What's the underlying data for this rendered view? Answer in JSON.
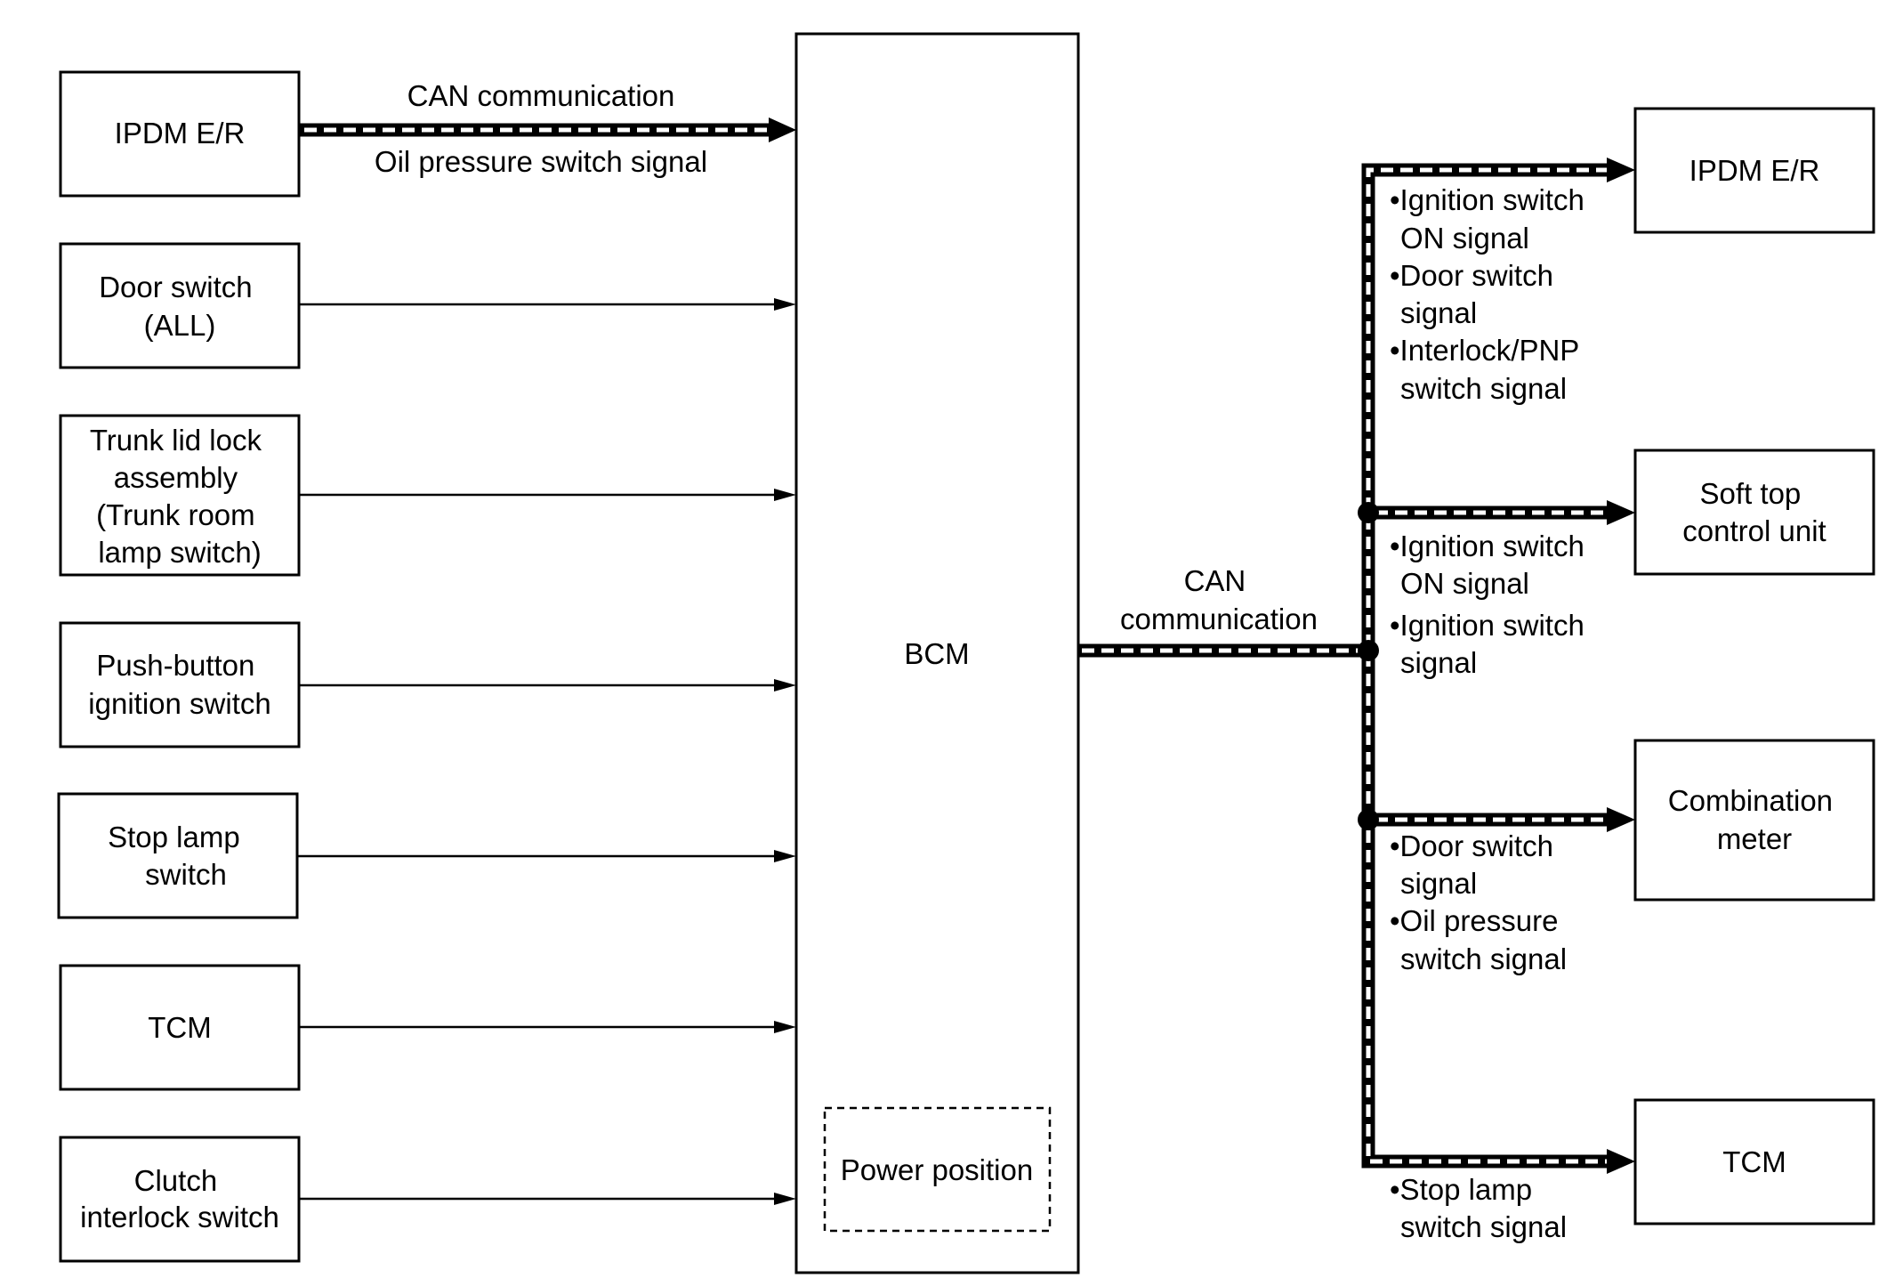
{
  "inputs": {
    "ipdm": [
      "IPDM E/R"
    ],
    "door": [
      "Door switch",
      "(ALL)"
    ],
    "trunk": [
      "Trunk lid lock",
      "assembly",
      "(Trunk room",
      "lamp switch)"
    ],
    "push": [
      "Push-button",
      "ignition switch"
    ],
    "stop": [
      "Stop lamp",
      "switch"
    ],
    "tcm": [
      "TCM"
    ],
    "clutch": [
      "Clutch",
      "interlock switch"
    ]
  },
  "top_link": {
    "label": "CAN communication",
    "signal": "Oil pressure switch signal"
  },
  "bcm": {
    "label": "BCM",
    "power_position": "Power position"
  },
  "bus_label": [
    "CAN",
    "communication"
  ],
  "outputs": {
    "ipdm": [
      "IPDM E/R"
    ],
    "softtop": [
      "Soft top",
      "control unit"
    ],
    "meter": [
      "Combination",
      "meter"
    ],
    "tcm": [
      "TCM"
    ]
  },
  "output_signals": {
    "ipdm": [
      "•Ignition switch",
      "ON signal",
      "•Door switch",
      "signal",
      "•Interlock/PNP",
      "switch signal"
    ],
    "softtop": [
      "•Ignition switch",
      "ON signal",
      "•Ignition switch",
      "signal"
    ],
    "meter": [
      "•Door switch",
      "signal",
      "•Oil pressure",
      "switch signal"
    ],
    "tcm": [
      "•Stop lamp",
      "switch signal"
    ]
  }
}
